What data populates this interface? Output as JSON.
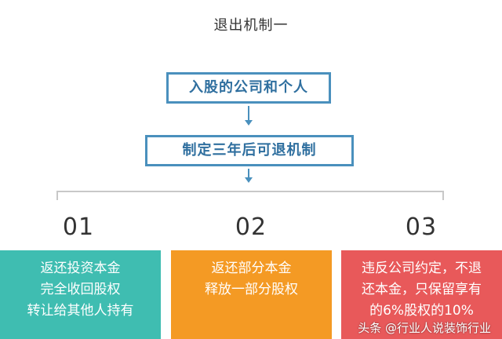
{
  "title": "退出机制一",
  "flow": {
    "step1": "入股的公司和个人",
    "step2": "制定三年后可退机制"
  },
  "options": [
    {
      "number": "01",
      "lines": [
        "返还投资本金",
        "完全收回股权",
        "转让给其他人持有"
      ],
      "color": "#3fbdb1"
    },
    {
      "number": "02",
      "lines": [
        "返还部分本金",
        "释放一部分股权"
      ],
      "color": "#f49a24"
    },
    {
      "number": "03",
      "lines": [
        "违反公司约定，不退",
        "还本金，只保留享有",
        "的6%股权的10%"
      ],
      "color": "#e8595a"
    }
  ],
  "watermark": "头条 @行业人说装饰行业",
  "colors": {
    "accent": "#4a90bd"
  }
}
